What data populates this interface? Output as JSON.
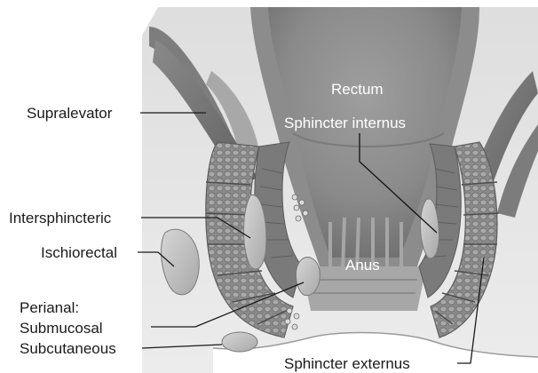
{
  "diagram": {
    "labels": {
      "rectum": "Rectum",
      "sphincter_internus": "Sphincter internus",
      "anus": "Anus",
      "sphincter_externus": "Sphincter externus",
      "supralevator": "Supralevator",
      "intersphincteric": "Intersphincteric",
      "ischiorectal": "Ischiorectal",
      "perianal": "Perianal:",
      "submucosal": "Submucosal",
      "subcutaneous": "Subcutaneous"
    },
    "colors": {
      "background_tissue": "#e6e6e6",
      "rectum_wall": "#8c8c8c",
      "lumen": "#b4b4b4",
      "muscle_dark": "#6f6f6f",
      "muscle_cell": "#9a9a9a",
      "abscess": "#bdbdbd",
      "skin": "#ffffff"
    }
  }
}
